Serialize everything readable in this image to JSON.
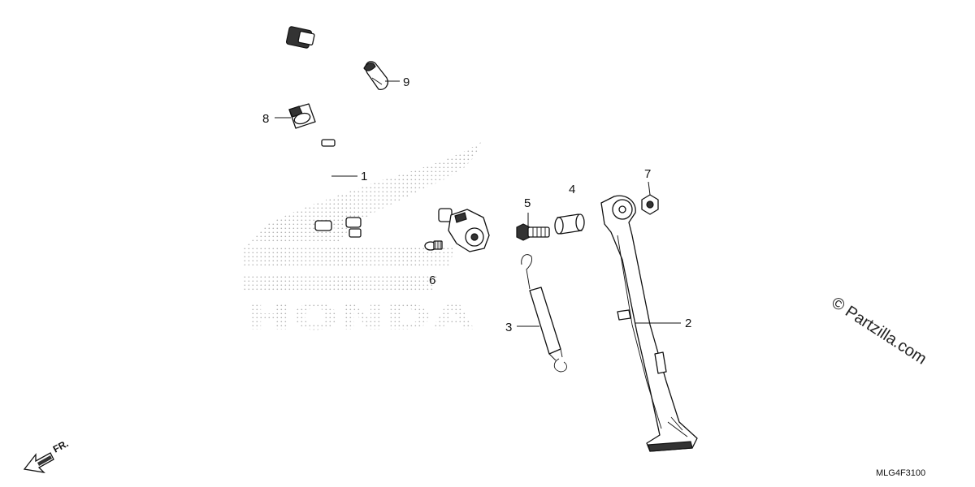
{
  "callouts": [
    {
      "number": "1",
      "part": "wire-harness"
    },
    {
      "number": "2",
      "part": "side-stand"
    },
    {
      "number": "3",
      "part": "spring"
    },
    {
      "number": "4",
      "part": "collar"
    },
    {
      "number": "5",
      "part": "bolt"
    },
    {
      "number": "6",
      "part": "screw"
    },
    {
      "number": "7",
      "part": "nut"
    },
    {
      "number": "8",
      "part": "clamp"
    },
    {
      "number": "9",
      "part": "clip"
    }
  ],
  "diagram_code": "MLG4F3100",
  "watermark": "© Partzilla.com",
  "direction_label": "FR.",
  "background_logo_text": "HONDA"
}
